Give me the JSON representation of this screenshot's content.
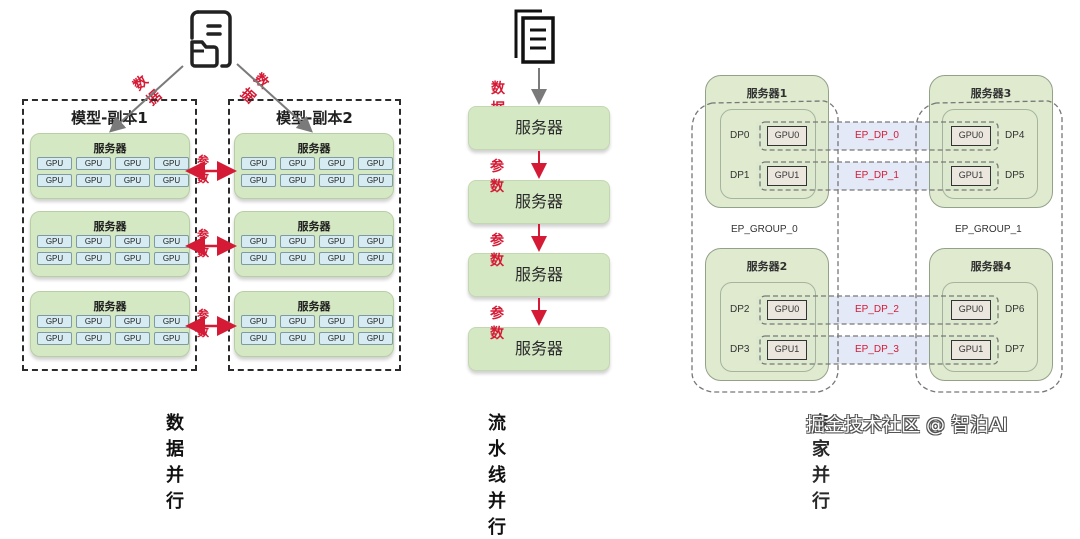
{
  "data_parallel": {
    "data_labels": [
      "数据",
      "数据"
    ],
    "replicas": [
      {
        "title": "模型-副本1",
        "servers": [
          {
            "title": "服务器",
            "gpus": [
              "GPU",
              "GPU",
              "GPU",
              "GPU",
              "GPU",
              "GPU",
              "GPU",
              "GPU"
            ]
          },
          {
            "title": "服务器",
            "gpus": [
              "GPU",
              "GPU",
              "GPU",
              "GPU",
              "GPU",
              "GPU",
              "GPU",
              "GPU"
            ]
          },
          {
            "title": "服务器",
            "gpus": [
              "GPU",
              "GPU",
              "GPU",
              "GPU",
              "GPU",
              "GPU",
              "GPU",
              "GPU"
            ]
          }
        ]
      },
      {
        "title": "模型-副本2",
        "servers": [
          {
            "title": "服务器",
            "gpus": [
              "GPU",
              "GPU",
              "GPU",
              "GPU",
              "GPU",
              "GPU",
              "GPU",
              "GPU"
            ]
          },
          {
            "title": "服务器",
            "gpus": [
              "GPU",
              "GPU",
              "GPU",
              "GPU",
              "GPU",
              "GPU",
              "GPU",
              "GPU"
            ]
          },
          {
            "title": "服务器",
            "gpus": [
              "GPU",
              "GPU",
              "GPU",
              "GPU",
              "GPU",
              "GPU",
              "GPU",
              "GPU"
            ]
          }
        ]
      }
    ],
    "param_labels": [
      "参数",
      "参数",
      "参数"
    ],
    "caption": "数据并行",
    "icon": "document-folder-icon"
  },
  "pipeline_parallel": {
    "data_label": "数据",
    "servers": [
      "服务器",
      "服务器",
      "服务器",
      "服务器"
    ],
    "param_labels": [
      "参数",
      "参数",
      "参数"
    ],
    "caption": "流水线并行",
    "icon": "document-copy-icon"
  },
  "expert_parallel": {
    "servers": [
      {
        "title": "服务器1",
        "dps": [
          "DP0",
          "DP1"
        ],
        "gpus": [
          "GPU0",
          "GPU1"
        ]
      },
      {
        "title": "服务器3",
        "dps": [
          "DP4",
          "DP5"
        ],
        "gpus": [
          "GPU0",
          "GPU1"
        ]
      },
      {
        "title": "服务器2",
        "dps": [
          "DP2",
          "DP3"
        ],
        "gpus": [
          "GPU0",
          "GPU1"
        ]
      },
      {
        "title": "服务器4",
        "dps": [
          "DP6",
          "DP7"
        ],
        "gpus": [
          "GPU0",
          "GPU1"
        ]
      }
    ],
    "ep_dp_labels": [
      "EP_DP_0",
      "EP_DP_1",
      "EP_DP_2",
      "EP_DP_3"
    ],
    "ep_groups": [
      "EP_GROUP_0",
      "EP_GROUP_1"
    ],
    "caption": "专家并行"
  },
  "colors": {
    "accent_red": "#d51a35",
    "server_green": "#d5e8c4",
    "gpu_blue": "#d6ecf2",
    "band_blue": "#dce4f5"
  },
  "watermark": "掘金技术社区 @ 智泊AI"
}
